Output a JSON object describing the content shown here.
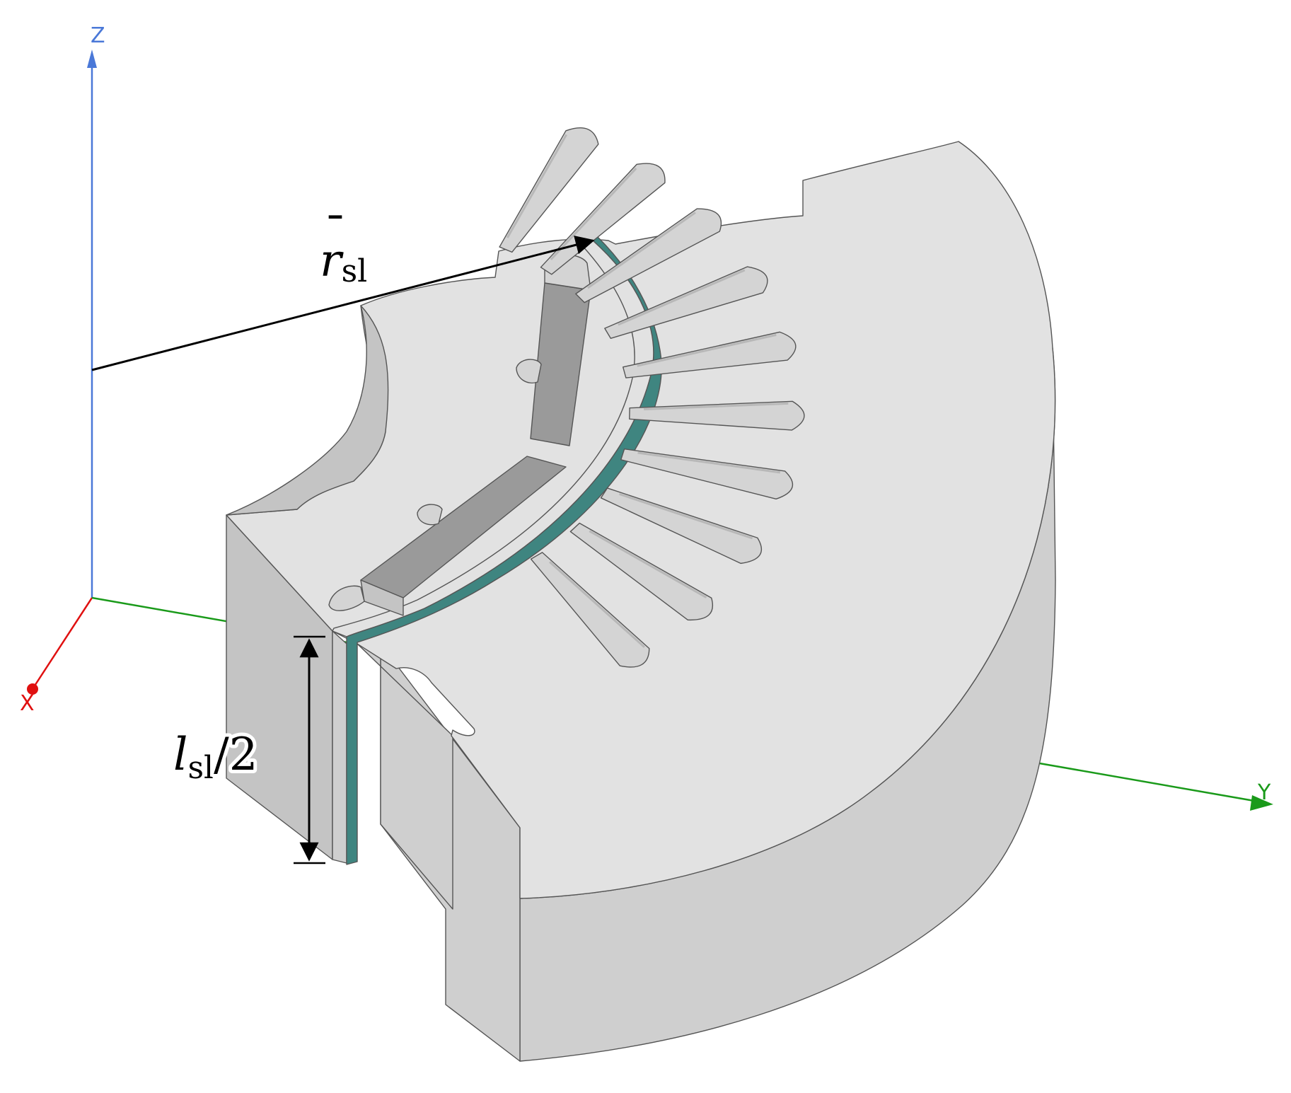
{
  "axes": {
    "z": {
      "label": "Z",
      "color": "#4a78d8"
    },
    "x": {
      "label": "X",
      "color": "#e01010"
    },
    "y": {
      "label": "Y",
      "color": "#1a9a1a"
    }
  },
  "annotations": {
    "radius": {
      "symbol": "r",
      "bar": "¯",
      "subscript": "sl"
    },
    "length": {
      "symbol": "l",
      "subscript": "sl",
      "suffix": "/2"
    }
  },
  "colors": {
    "body": "#e2e2e2",
    "body_side": "#cfcfcf",
    "body_dark": "#c4c4c4",
    "slot": "#d4d4d4",
    "magnet": "#9a9a9a",
    "sleeve": "#3f8580",
    "outline": "#555555"
  }
}
